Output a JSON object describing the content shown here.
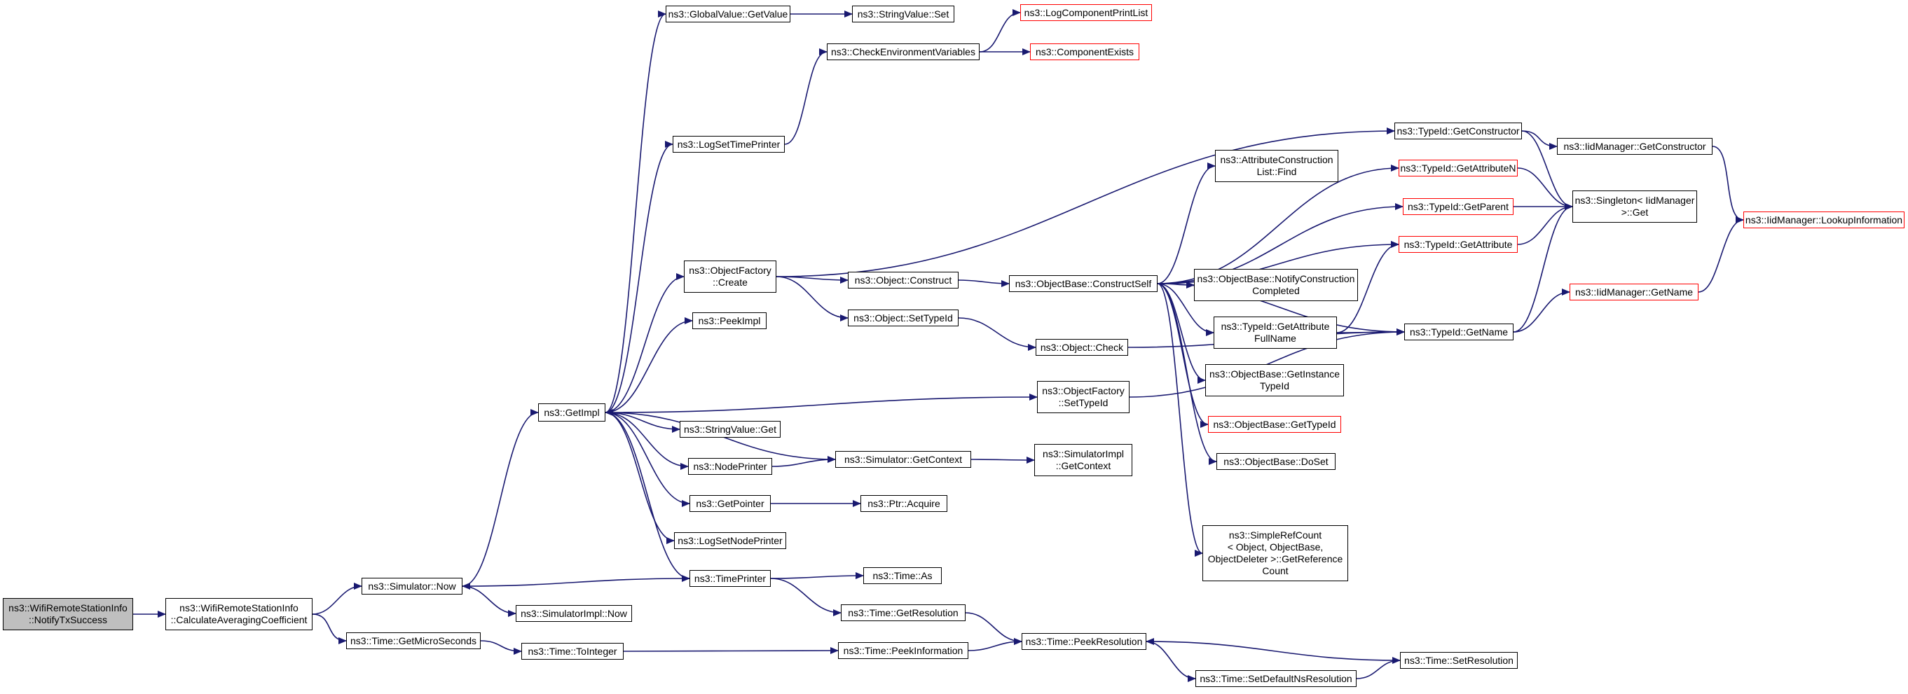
{
  "diagram": {
    "colors": {
      "edge": "#191970",
      "node_border": "#000000",
      "external_border": "#ff0000",
      "root_fill": "#bfbfbf"
    },
    "nodes": {
      "notify": "ns3::WifiRemoteStationInfo\n::NotifyTxSuccess",
      "calc": "ns3::WifiRemoteStationInfo\n::CalculateAveragingCoefficient",
      "simNow": "ns3::Simulator::Now",
      "getMicro": "ns3::Time::GetMicroSeconds",
      "getImpl": "ns3::GetImpl",
      "simImplNow": "ns3::SimulatorImpl::Now",
      "toInteger": "ns3::Time::ToInteger",
      "globalGet": "ns3::GlobalValue::GetValue",
      "logTime": "ns3::LogSetTimePrinter",
      "ofCreate": "ns3::ObjectFactory\n::Create",
      "peekImpl": "ns3::PeekImpl",
      "svGet": "ns3::StringValue::Get",
      "nodePrinter": "ns3::NodePrinter",
      "getPointer": "ns3::GetPointer",
      "logNode": "ns3::LogSetNodePrinter",
      "timePrinter": "ns3::TimePrinter",
      "svSet": "ns3::StringValue::Set",
      "checkEnv": "ns3::CheckEnvironmentVariables",
      "objConstruct": "ns3::Object::Construct",
      "objSetTid": "ns3::Object::SetTypeId",
      "simGetCtx": "ns3::Simulator::GetContext",
      "ptrAcquire": "ns3::Ptr::Acquire",
      "timeAs": "ns3::Time::As",
      "getRes": "ns3::Time::GetResolution",
      "peekInfo": "ns3::Time::PeekInformation",
      "logPrint": "ns3::LogComponentPrintList",
      "compExists": "ns3::ComponentExists",
      "constructSelf": "ns3::ObjectBase::ConstructSelf",
      "objCheck": "ns3::Object::Check",
      "ofSetTid": "ns3::ObjectFactory\n::SetTypeId",
      "simImplCtx": "ns3::SimulatorImpl\n::GetContext",
      "peekRes": "ns3::Time::PeekResolution",
      "attrFind": "ns3::AttributeConstruction\nList::Find",
      "notifyConstr": "ns3::ObjectBase::NotifyConstruction\nCompleted",
      "attrFull": "ns3::TypeId::GetAttribute\nFullName",
      "getInstTid": "ns3::ObjectBase::GetInstance\nTypeId",
      "obGetTid": "ns3::ObjectBase::GetTypeId",
      "doSet": "ns3::ObjectBase::DoSet",
      "refCount": "ns3::SimpleRefCount\n< Object, ObjectBase,\nObjectDeleter >::GetReference\nCount",
      "setDefRes": "ns3::Time::SetDefaultNsResolution",
      "tidGetCtor": "ns3::TypeId::GetConstructor",
      "tidGetAttrN": "ns3::TypeId::GetAttributeN",
      "tidGetParent": "ns3::TypeId::GetParent",
      "tidGetAttr": "ns3::TypeId::GetAttribute",
      "tidGetName": "ns3::TypeId::GetName",
      "setRes": "ns3::Time::SetResolution",
      "iidGetCtor": "ns3::IidManager::GetConstructor",
      "singleton": "ns3::Singleton< IidManager\n>::Get",
      "iidGetName": "ns3::IidManager::GetName",
      "iidLookup": "ns3::IidManager::LookupInformation"
    }
  }
}
